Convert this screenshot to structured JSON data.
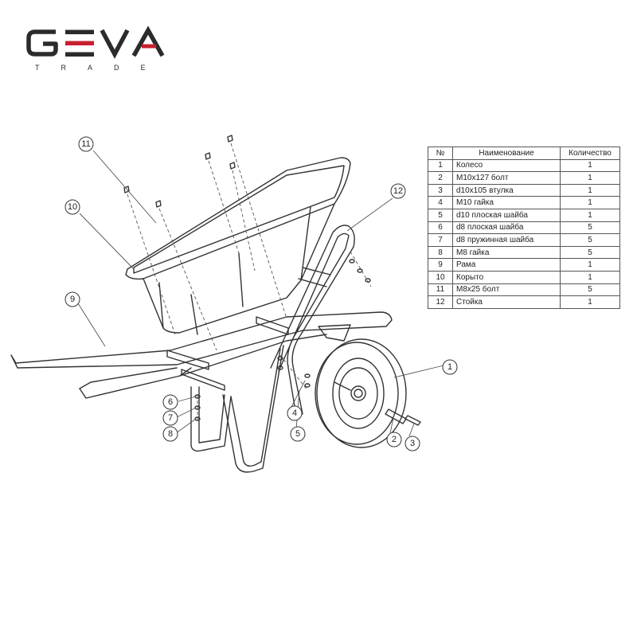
{
  "brand": {
    "name_letters": [
      "G",
      "E",
      "V",
      "A"
    ],
    "subtitle": "TRADE",
    "colors": {
      "dark": "#2b2b2b",
      "red": "#c8202f"
    }
  },
  "table": {
    "headers": {
      "no": "№",
      "name": "Наименование",
      "qty": "Количество"
    },
    "rows": [
      {
        "no": "1",
        "name": "Колесо",
        "qty": "1"
      },
      {
        "no": "2",
        "name": "М10х127 болт",
        "qty": "1"
      },
      {
        "no": "3",
        "name": "d10x105 втулка",
        "qty": "1"
      },
      {
        "no": "4",
        "name": "М10 гайка",
        "qty": "1"
      },
      {
        "no": "5",
        "name": "d10 плоская шайба",
        "qty": "1"
      },
      {
        "no": "6",
        "name": "d8 плоская шайба",
        "qty": "5"
      },
      {
        "no": "7",
        "name": "d8 пружинная шайба",
        "qty": "5"
      },
      {
        "no": "8",
        "name": "М8 гайка",
        "qty": "5"
      },
      {
        "no": "9",
        "name": "Рама",
        "qty": "1"
      },
      {
        "no": "10",
        "name": "Корыто",
        "qty": "1"
      },
      {
        "no": "11",
        "name": "М8х25 болт",
        "qty": "5"
      },
      {
        "no": "12",
        "name": "Стойка",
        "qty": "1"
      }
    ]
  },
  "callouts": [
    "1",
    "2",
    "3",
    "4",
    "5",
    "6",
    "7",
    "8",
    "9",
    "10",
    "11",
    "12"
  ]
}
